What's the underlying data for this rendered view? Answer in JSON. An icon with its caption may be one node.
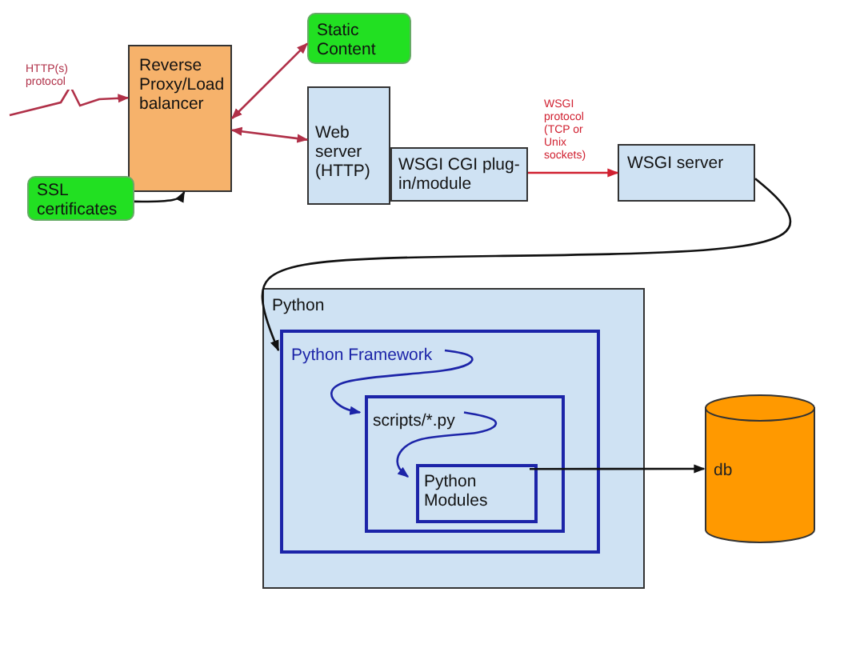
{
  "diagram": {
    "nodes": [
      {
        "text": [
          "Reverse Proxy/Load balancer"
        ]
      },
      {
        "text": [
          "Static Content"
        ]
      },
      {
        "text": [
          "Web server (HTTP)"
        ]
      },
      {
        "text": [
          "WSGI CGI plug-in/module"
        ]
      },
      {
        "text": [
          "SSL certificates"
        ]
      },
      {
        "text": [
          "WSGI server"
        ]
      },
      {
        "text": [
          "Python"
        ]
      },
      {
        "text": [
          "Python Framework"
        ],
        "in": 6
      },
      {
        "text": [
          "scripts/*.py"
        ],
        "in": 7
      },
      {
        "text": [
          "Python Modules"
        ],
        "in": 8
      },
      {
        "text": [
          "db"
        ]
      }
    ],
    "edges": [
      {
        "from": null,
        "to": 0,
        "arrow": "to",
        "label": "HTTP(s) protocol",
        "color": "#b03048"
      },
      {
        "from": 0,
        "to": 1,
        "arrow": "both",
        "color": "#b03048"
      },
      {
        "from": 0,
        "to": 2,
        "arrow": "both",
        "color": "#b03048"
      },
      {
        "from": 4,
        "to": 0,
        "arrow": "to",
        "color": "#111111"
      },
      {
        "from": 3,
        "to": 5,
        "arrow": "to",
        "label": "WSGI protocol (TCP or Unix sockets)",
        "color": "#d02030"
      },
      {
        "from": 5,
        "to": 7,
        "arrow": "to",
        "color": "#111111"
      },
      {
        "from": 7,
        "to": 8,
        "arrow": "to",
        "color": "#1c24a8"
      },
      {
        "from": 8,
        "to": 9,
        "arrow": "to",
        "color": "#1c24a8"
      },
      {
        "from": 9,
        "to": 10,
        "arrow": "to",
        "color": "#111111"
      }
    ]
  }
}
